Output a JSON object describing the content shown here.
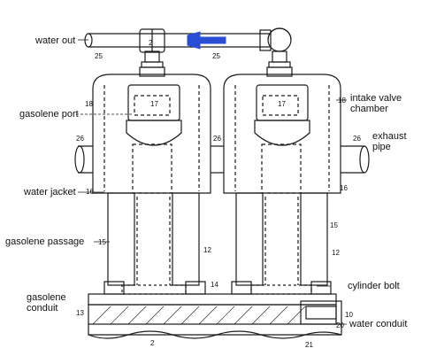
{
  "labels": {
    "water_out": "water out",
    "gasolene_port": "gasolene port",
    "intake_valve_chamber_line1": "intake valve",
    "intake_valve_chamber_line2": "chamber",
    "exhaust_pipe_line1": "exhaust",
    "exhaust_pipe_line2": "pipe",
    "water_jacket": "water jacket",
    "gasolene_passage": "gasolene passage",
    "cylinder_bolt": "cylinder bolt",
    "gasolene_conduit_line1": "gasolene",
    "gasolene_conduit_line2": "conduit",
    "water_conduit": "water conduit"
  },
  "ref_numbers": {
    "n2_top": "2",
    "n25_left": "25",
    "n25_right": "25",
    "n17_left": "17",
    "n17_right": "17",
    "n18_left": "18",
    "n18_right": "18",
    "n26_left": "26",
    "n26_mid": "26",
    "n26_right": "26",
    "n16_left": "16",
    "n16_right": "16",
    "n15_left": "15",
    "n15_right": "15",
    "n12_left": "12",
    "n12_right": "12",
    "n14": "14",
    "n13": "13",
    "n10": "10",
    "n20": "20",
    "n2_bottom": "2",
    "n21": "21"
  },
  "colors": {
    "ink": "#1a1a1a",
    "arrow": "#2a4fd6",
    "background": "#ffffff"
  }
}
